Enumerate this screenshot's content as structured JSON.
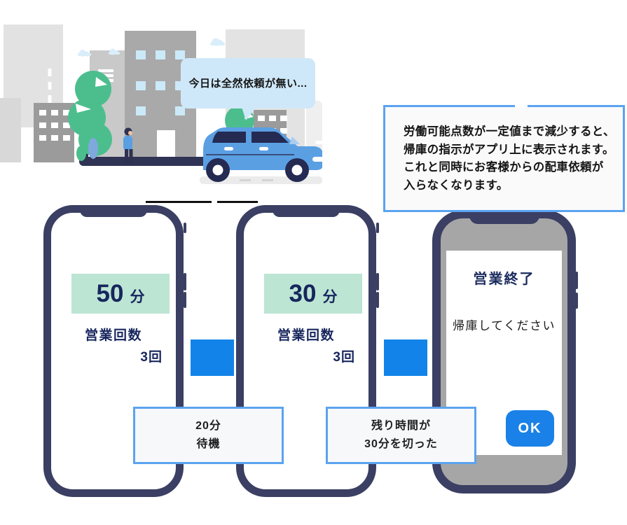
{
  "illustration": {
    "speech_bubble_text": "今日は全然依頼が無い..."
  },
  "info_box": {
    "text": "労働可能点数が一定値まで減少すると、\n帰庫の指示がアプリ上に表示されます。\nこれと同時にお客様からの配車依頼が\n入らなくなります。"
  },
  "phones": [
    {
      "time_value": "50",
      "time_unit": "分",
      "sales_label": "営業回数",
      "sales_count": "3回"
    },
    {
      "time_value": "30",
      "time_unit": "分",
      "sales_label": "営業回数",
      "sales_count": "3回"
    },
    {
      "dialog_title": "営業終了",
      "dialog_message": "帰庫してください",
      "ok_button": "OK"
    }
  ],
  "step_labels": [
    {
      "text": "20分\n待機"
    },
    {
      "text": "残り時間が\n30分を切った"
    }
  ],
  "colors": {
    "accent_blue": "#1283E8",
    "box_border_blue": "#5BA3F0",
    "mint_green": "#BCE5D3",
    "navy_text": "#17265D",
    "phone_frame": "#3A3F63",
    "phone3_screen": "#A6A6A6",
    "speech_bubble": "#CFE8F9"
  }
}
